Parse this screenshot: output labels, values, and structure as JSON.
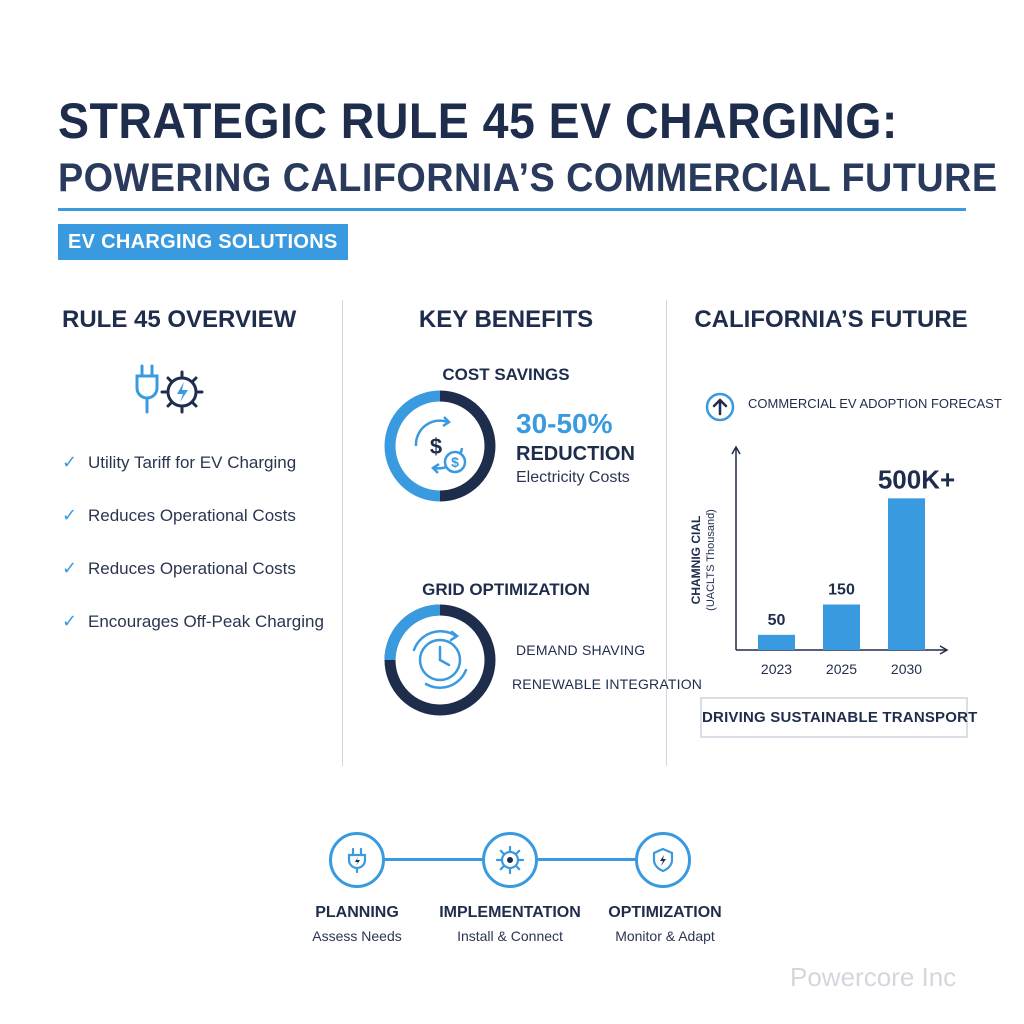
{
  "header": {
    "title_line1": "STRATEGIC RULE 45 EV CHARGING:",
    "title_line2": "POWERING CALIFORNIA’S COMMERCIAL FUTURE",
    "tag": "EV CHARGING SOLUTIONS"
  },
  "colors": {
    "accent": "#3a9ae0",
    "navy": "#1f2d4d",
    "divider": "#d0d6df"
  },
  "overview": {
    "heading": "RULE 45 OVERVIEW",
    "icon": "plug-gear-icon",
    "items": [
      "Utility Tariff for EV Charging",
      "Reduces Operational Costs",
      "Reduces Operational Costs",
      "Encourages Off-Peak Charging"
    ]
  },
  "benefits": {
    "heading": "KEY BENEFITS",
    "cost": {
      "heading": "COST SAVINGS",
      "icon": "dollar-exchange-icon",
      "percent": "30-50%",
      "reduction": "REDUCTION",
      "detail": "Electricity Costs"
    },
    "grid": {
      "heading": "GRID OPTIMIZATION",
      "icon": "clock-cycle-icon",
      "item1": "DEMAND SHAVING",
      "item2": "RENEWABLE INTEGRATION"
    }
  },
  "future": {
    "heading": "CALIFORNIA’S FUTURE",
    "forecast_icon": "arrow-up-circle-icon",
    "forecast_label": "COMMERCIAL EV ADOPTION FORECAST",
    "cta": "DRIVING SUSTAINABLE TRANSPORT"
  },
  "chart_data": {
    "type": "bar",
    "categories": [
      "2023",
      "2025",
      "2030"
    ],
    "values": [
      50,
      150,
      500
    ],
    "data_labels": [
      "50",
      "150",
      "500K+"
    ],
    "title": "COMMERCIAL EV ADOPTION FORECAST",
    "xlabel": "",
    "ylabel_line1": "CHAMNIG CIAL",
    "ylabel_line2": "(UACLTS Thousand)",
    "ylim": [
      0,
      600
    ],
    "grid": false,
    "color": "#3a9ae0"
  },
  "timeline": [
    {
      "title": "PLANNING",
      "sub": "Assess Needs",
      "icon": "plug-icon"
    },
    {
      "title": "IMPLEMENTATION",
      "sub": "Install & Connect",
      "icon": "gear-icon"
    },
    {
      "title": "OPTIMIZATION",
      "sub": "Monitor & Adapt",
      "icon": "shield-icon"
    }
  ],
  "footer": {
    "watermark": "Powercore Inc"
  }
}
